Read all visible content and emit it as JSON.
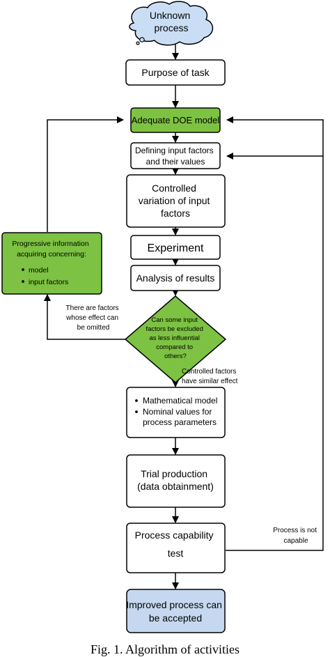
{
  "colors": {
    "stroke": "#000000",
    "box_fill": "#ffffff",
    "green": "#7dc242",
    "cloud_blue": "#c9def5",
    "result_blue": "#c5d8ef"
  },
  "nodes": {
    "start": [
      "Unknown",
      "process"
    ],
    "purpose": [
      "Purpose of task"
    ],
    "doe_model": [
      "Adequate DOE model"
    ],
    "defining_factors": [
      "Defining input factors",
      "and their values"
    ],
    "controlled_variation": [
      "Controlled",
      "variation of input",
      "factors"
    ],
    "experiment": [
      "Experiment"
    ],
    "analysis": [
      "Analysis of results"
    ],
    "decision": [
      "Can some input",
      "factors be excluded",
      "as less influential",
      "compared to",
      "others?"
    ],
    "progressive_info": {
      "lines": [
        "Progressive information",
        "acquiring concerning:"
      ],
      "bullets": [
        "model",
        "input factors"
      ]
    },
    "model_values": {
      "bullets": [
        [
          "Mathematical model"
        ],
        [
          "Nominal values for",
          "process parameters"
        ]
      ]
    },
    "trial_production": [
      "Trial production",
      "(data obtainment)"
    ],
    "capability_test": [
      "Process capability",
      "test"
    ],
    "improved_process": [
      "Improved process can",
      "be accepted"
    ]
  },
  "edge_labels": {
    "factors_omitted": [
      "There are factors",
      "whose effect can",
      "be omitted"
    ],
    "similar_effect": [
      "Controlled factors",
      "have similar effect"
    ],
    "not_capable": [
      "Process is not",
      "capable"
    ]
  },
  "caption": "Fig. 1. Algorithm of activities"
}
